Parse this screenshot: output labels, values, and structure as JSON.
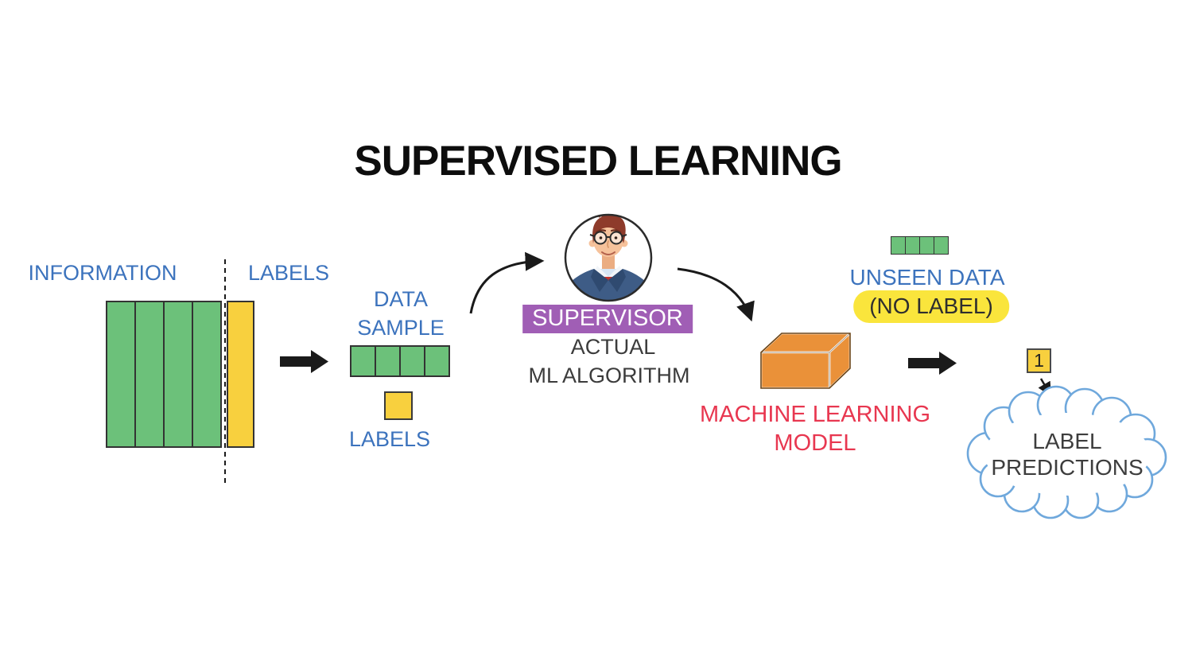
{
  "title": "SUPERVISED LEARNING",
  "training_data": {
    "information_label": "INFORMATION",
    "labels_label": "LABELS"
  },
  "data_sample": {
    "caption_line1": "DATA",
    "caption_line2": "SAMPLE",
    "labels_caption": "LABELS"
  },
  "supervisor": {
    "name": "SUPERVISOR",
    "subtitle_line1": "ACTUAL",
    "subtitle_line2": "ML ALGORITHM"
  },
  "model": {
    "caption_line1": "MACHINE LEARNING",
    "caption_line2": "MODEL"
  },
  "unseen_data": {
    "label": "UNSEEN DATA",
    "sublabel": "(NO LABEL)"
  },
  "predictions": {
    "predicted_value": "1",
    "cloud_line1": "LABEL",
    "cloud_line2": "PREDICTIONS"
  },
  "colors": {
    "feature_green": "#6CC17A",
    "label_yellow": "#F8D03E",
    "highlight_yellow": "#FAE53C",
    "heading_blue": "#3C73BD",
    "supervisor_purple": "#A05EB5",
    "model_red": "#E83750",
    "model_orange": "#EA9139",
    "cloud_blue": "#6FA8DC",
    "arrow_black": "#1a1a1a"
  }
}
